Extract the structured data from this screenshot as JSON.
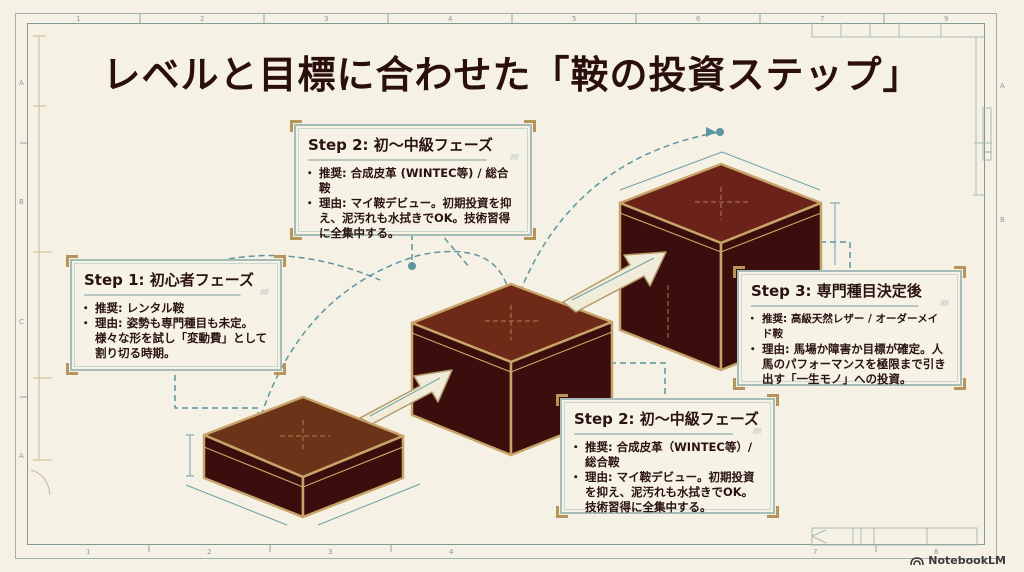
{
  "title": "レベルと目標に合わせた「鞍の投資ステップ」",
  "frame": {
    "top_labels": [
      "1",
      "2",
      "3",
      "4",
      "5",
      "6",
      "7",
      "9"
    ],
    "bottom_labels": [
      "1",
      "2",
      "3",
      "4",
      "7",
      "8"
    ],
    "left_labels": [
      "A",
      "B",
      "C",
      "A"
    ],
    "right_labels": [
      "A",
      "B"
    ]
  },
  "steps": [
    {
      "title": "Step 1: 初心者フェーズ",
      "recommend": "推奨: レンタル鞍",
      "reason": "理由: 姿勢も専門種目も未定。様々な形を試し「変動費」として割り切る時期。"
    },
    {
      "title": "Step 2: 初〜中級フェーズ",
      "recommend": "推奨: 合成皮革 (WINTEC等) / 総合鞍",
      "reason": "理由: マイ鞍デビュー。初期投資を抑え、泥汚れも水拭きでOK。技術習得に全集中する。"
    },
    {
      "title": "Step 3: 専門種目決定後",
      "recommend": "推奨: 高級天然レザー / オーダーメイド鞍",
      "reason": "理由: 馬場か障害か目標が確定。人馬のパフォーマンスを極限まで引き出す「一生モノ」への投資。"
    },
    {
      "title": "Step 2: 初〜中級フェーズ",
      "recommend": "推奨: 合成皮革（WINTEC等）/ 総合鞍",
      "reason": "理由: マイ鞍デビュー。初期投資を抑え、泥汚れも水拭きでOK。技術習得に全集中する。"
    }
  ],
  "colors": {
    "background": "#f5f1e4",
    "cube_top": "#6e2a1a",
    "cube_side": "#3a0e0c",
    "cube_edge": "#c9a46a",
    "blueprint_line": "#5d95a0",
    "frame_line": "#7f9b94",
    "callout_corner": "#b8955c"
  },
  "brand": {
    "label": "NotebookLM",
    "icon": "notebooklm-logo-icon"
  }
}
